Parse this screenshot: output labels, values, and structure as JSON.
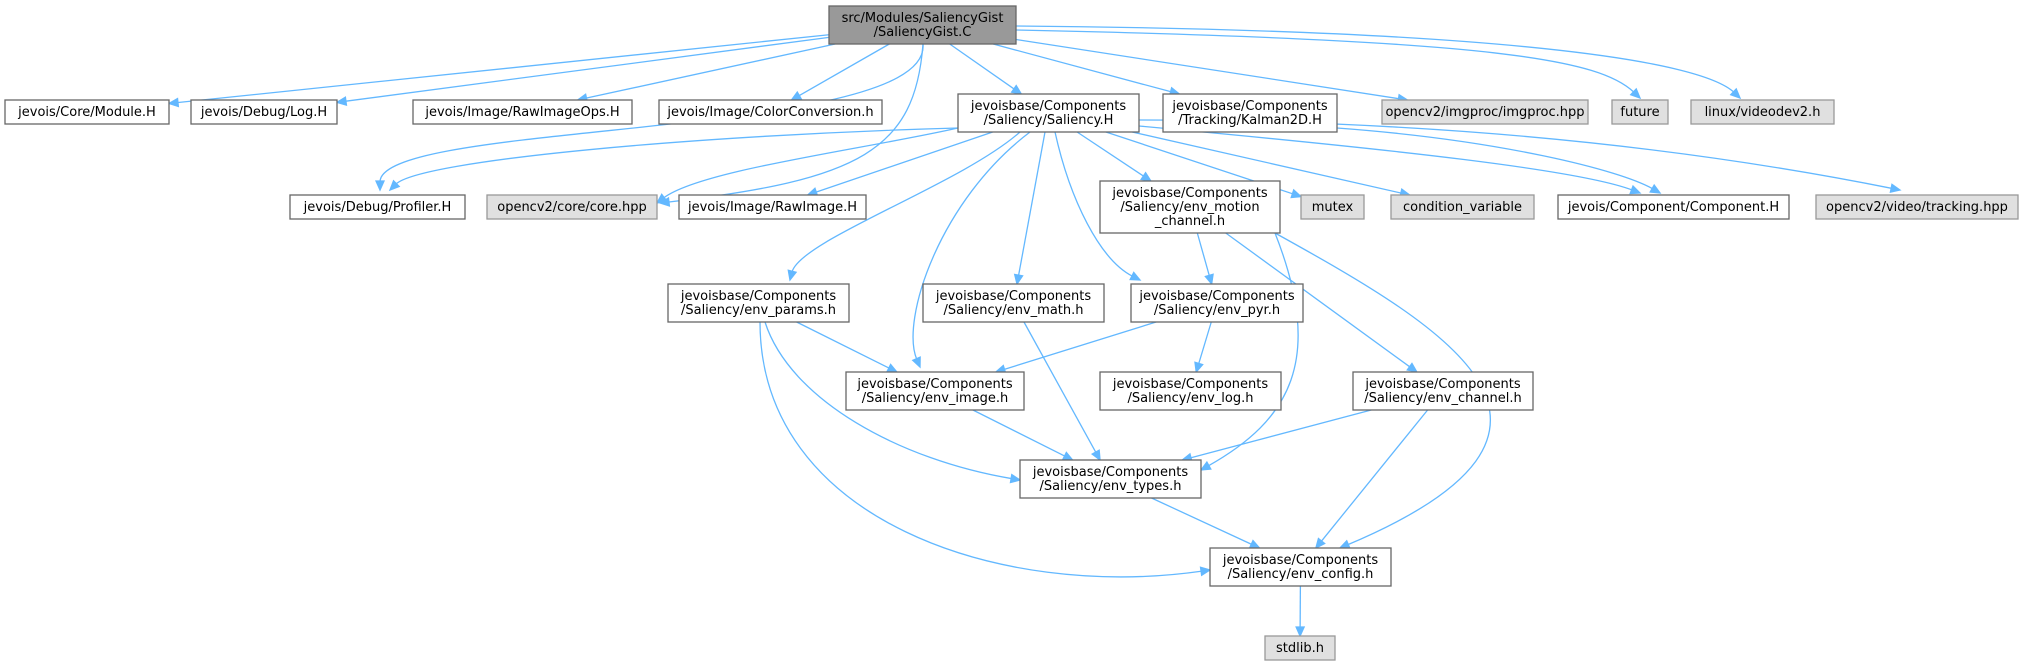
{
  "diagram": {
    "title": "src/Modules/SaliencyGist/SaliencyGist.C",
    "edge_color": "#63b8ff",
    "node_colors": {
      "root_fill": "#999999",
      "local_fill": "#ffffff",
      "external_fill": "#e0e0e0"
    },
    "nodes": [
      {
        "id": "root",
        "kind": "root",
        "lines": [
          "src/Modules/SaliencyGist",
          "/SaliencyGist.C"
        ]
      },
      {
        "id": "module",
        "kind": "local",
        "lines": [
          "jevois/Core/Module.H"
        ]
      },
      {
        "id": "log",
        "kind": "local",
        "lines": [
          "jevois/Debug/Log.H"
        ]
      },
      {
        "id": "rawops",
        "kind": "local",
        "lines": [
          "jevois/Image/RawImageOps.H"
        ]
      },
      {
        "id": "colorconv",
        "kind": "local",
        "lines": [
          "jevois/Image/ColorConversion.h"
        ]
      },
      {
        "id": "saliency",
        "kind": "local",
        "lines": [
          "jevoisbase/Components",
          "/Saliency/Saliency.H"
        ]
      },
      {
        "id": "kalman",
        "kind": "local",
        "lines": [
          "jevoisbase/Components",
          "/Tracking/Kalman2D.H"
        ]
      },
      {
        "id": "imgproc",
        "kind": "external",
        "lines": [
          "opencv2/imgproc/imgproc.hpp"
        ]
      },
      {
        "id": "future",
        "kind": "external",
        "lines": [
          "future"
        ]
      },
      {
        "id": "videodev",
        "kind": "external",
        "lines": [
          "linux/videodev2.h"
        ]
      },
      {
        "id": "profiler",
        "kind": "local",
        "lines": [
          "jevois/Debug/Profiler.H"
        ]
      },
      {
        "id": "corehpp",
        "kind": "external",
        "lines": [
          "opencv2/core/core.hpp"
        ]
      },
      {
        "id": "rawimage",
        "kind": "local",
        "lines": [
          "jevois/Image/RawImage.H"
        ]
      },
      {
        "id": "motion",
        "kind": "local",
        "lines": [
          "jevoisbase/Components",
          "/Saliency/env_motion",
          "_channel.h"
        ]
      },
      {
        "id": "mutex",
        "kind": "external",
        "lines": [
          "mutex"
        ]
      },
      {
        "id": "condvar",
        "kind": "external",
        "lines": [
          "condition_variable"
        ]
      },
      {
        "id": "component",
        "kind": "local",
        "lines": [
          "jevois/Component/Component.H"
        ]
      },
      {
        "id": "tracking",
        "kind": "external",
        "lines": [
          "opencv2/video/tracking.hpp"
        ]
      },
      {
        "id": "params",
        "kind": "local",
        "lines": [
          "jevoisbase/Components",
          "/Saliency/env_params.h"
        ]
      },
      {
        "id": "math",
        "kind": "local",
        "lines": [
          "jevoisbase/Components",
          "/Saliency/env_math.h"
        ]
      },
      {
        "id": "pyr",
        "kind": "local",
        "lines": [
          "jevoisbase/Components",
          "/Saliency/env_pyr.h"
        ]
      },
      {
        "id": "image",
        "kind": "local",
        "lines": [
          "jevoisbase/Components",
          "/Saliency/env_image.h"
        ]
      },
      {
        "id": "envlog",
        "kind": "local",
        "lines": [
          "jevoisbase/Components",
          "/Saliency/env_log.h"
        ]
      },
      {
        "id": "channel",
        "kind": "local",
        "lines": [
          "jevoisbase/Components",
          "/Saliency/env_channel.h"
        ]
      },
      {
        "id": "types",
        "kind": "local",
        "lines": [
          "jevoisbase/Components",
          "/Saliency/env_types.h"
        ]
      },
      {
        "id": "config",
        "kind": "local",
        "lines": [
          "jevoisbase/Components",
          "/Saliency/env_config.h"
        ]
      },
      {
        "id": "stdlib",
        "kind": "external",
        "lines": [
          "stdlib.h"
        ]
      }
    ],
    "edges": [
      [
        "root",
        "module"
      ],
      [
        "root",
        "log"
      ],
      [
        "root",
        "rawops"
      ],
      [
        "root",
        "colorconv"
      ],
      [
        "root",
        "saliency"
      ],
      [
        "root",
        "kalman"
      ],
      [
        "root",
        "imgproc"
      ],
      [
        "root",
        "future"
      ],
      [
        "root",
        "videodev"
      ],
      [
        "root",
        "profiler"
      ],
      [
        "root",
        "corehpp"
      ],
      [
        "saliency",
        "profiler"
      ],
      [
        "saliency",
        "corehpp"
      ],
      [
        "saliency",
        "rawimage"
      ],
      [
        "saliency",
        "motion"
      ],
      [
        "saliency",
        "mutex"
      ],
      [
        "saliency",
        "condvar"
      ],
      [
        "saliency",
        "component"
      ],
      [
        "saliency",
        "tracking"
      ],
      [
        "saliency",
        "params"
      ],
      [
        "saliency",
        "math"
      ],
      [
        "saliency",
        "pyr"
      ],
      [
        "saliency",
        "image"
      ],
      [
        "kalman",
        "component"
      ],
      [
        "motion",
        "pyr"
      ],
      [
        "motion",
        "channel"
      ],
      [
        "motion",
        "types"
      ],
      [
        "motion",
        "config"
      ],
      [
        "params",
        "image"
      ],
      [
        "params",
        "types"
      ],
      [
        "params",
        "config"
      ],
      [
        "math",
        "types"
      ],
      [
        "pyr",
        "image"
      ],
      [
        "pyr",
        "envlog"
      ],
      [
        "image",
        "types"
      ],
      [
        "channel",
        "types"
      ],
      [
        "channel",
        "config"
      ],
      [
        "types",
        "config"
      ],
      [
        "config",
        "stdlib"
      ]
    ]
  }
}
